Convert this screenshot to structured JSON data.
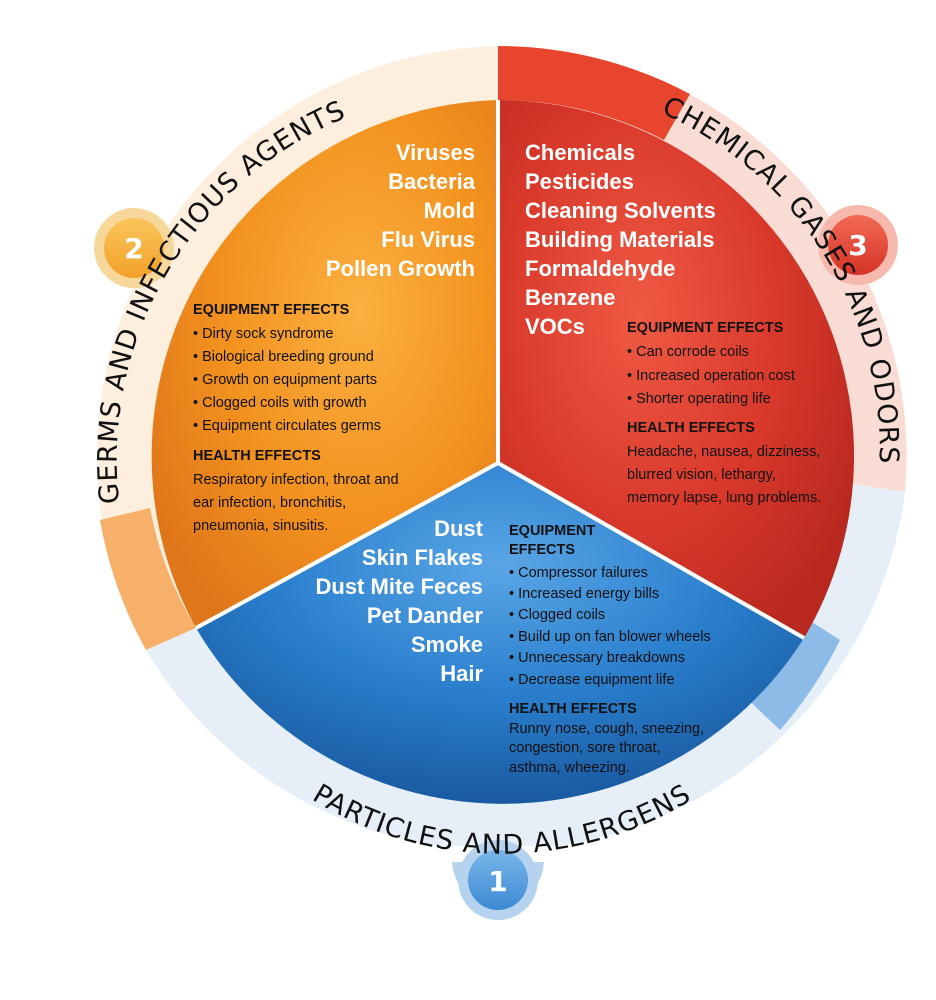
{
  "colors": {
    "orange": "#f08a1c",
    "red": "#d8382a",
    "blue": "#1f73c4",
    "text_dark": "#111111"
  },
  "sections": [
    {
      "number": "1",
      "ring_label": "PARTICLES AND ALLERGENS",
      "items": [
        "Dust",
        "Skin Flakes",
        "Dust Mite Feces",
        "Pet Dander",
        "Smoke",
        "Hair"
      ],
      "equipment_heading_line1": "EQUIPMENT",
      "equipment_heading_line2": "EFFECTS",
      "equipment_effects": [
        "• Compressor failures",
        "• Increased energy bills",
        "• Clogged coils",
        "• Build up on fan blower wheels",
        "• Unnecessary breakdowns",
        "• Decrease equipment life"
      ],
      "health_heading": "HEALTH EFFECTS",
      "health_lines": [
        "Runny nose, cough, sneezing,",
        "congestion, sore throat,",
        "asthma, wheezing."
      ]
    },
    {
      "number": "2",
      "ring_label": "GERMS AND INFECTIOUS AGENTS",
      "items": [
        "Viruses",
        "Bacteria",
        "Mold",
        "Flu Virus",
        "Pollen Growth"
      ],
      "equipment_heading": "EQUIPMENT EFFECTS",
      "equipment_effects": [
        "• Dirty sock syndrome",
        "• Biological breeding ground",
        "• Growth on equipment parts",
        "• Clogged coils with growth",
        "• Equipment circulates germs"
      ],
      "health_heading": "HEALTH EFFECTS",
      "health_lines": [
        "Respiratory infection, throat and",
        "ear infection, bronchitis,",
        "pneumonia, sinusitis."
      ]
    },
    {
      "number": "3",
      "ring_label": "CHEMICAL GASES AND ODORS",
      "items": [
        "Chemicals",
        "Pesticides",
        "Cleaning Solvents",
        "Building Materials",
        "Formaldehyde",
        "Benzene",
        "VOCs"
      ],
      "equipment_heading": "EQUIPMENT EFFECTS",
      "equipment_effects": [
        "• Can corrode coils",
        "• Increased operation cost",
        "• Shorter operating life"
      ],
      "health_heading": "HEALTH EFFECTS",
      "health_lines": [
        "Headache, nausea, dizziness,",
        "blurred vision, lethargy,",
        "memory lapse, lung problems."
      ]
    }
  ]
}
